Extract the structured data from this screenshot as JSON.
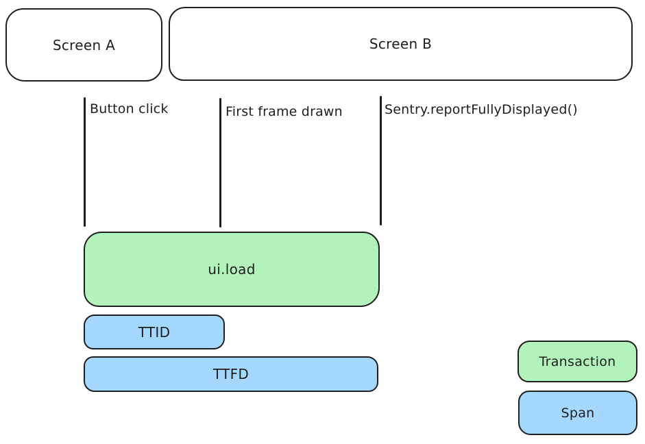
{
  "diagram": {
    "screens": [
      {
        "label": "Screen A"
      },
      {
        "label": "Screen B"
      }
    ],
    "markers": [
      {
        "label": "Button click"
      },
      {
        "label": "First frame drawn"
      },
      {
        "label": "Sentry.reportFullyDisplayed()"
      }
    ],
    "bars": [
      {
        "label": "ui.load",
        "kind": "transaction"
      },
      {
        "label": "TTID",
        "kind": "span"
      },
      {
        "label": "TTFD",
        "kind": "span"
      }
    ],
    "legend": [
      {
        "label": "Transaction",
        "kind": "transaction"
      },
      {
        "label": "Span",
        "kind": "span"
      }
    ],
    "colors": {
      "transaction": "#b2f2bb",
      "span": "#a5d8ff",
      "stroke": "#1e1e1e",
      "background": "#ffffff"
    }
  }
}
